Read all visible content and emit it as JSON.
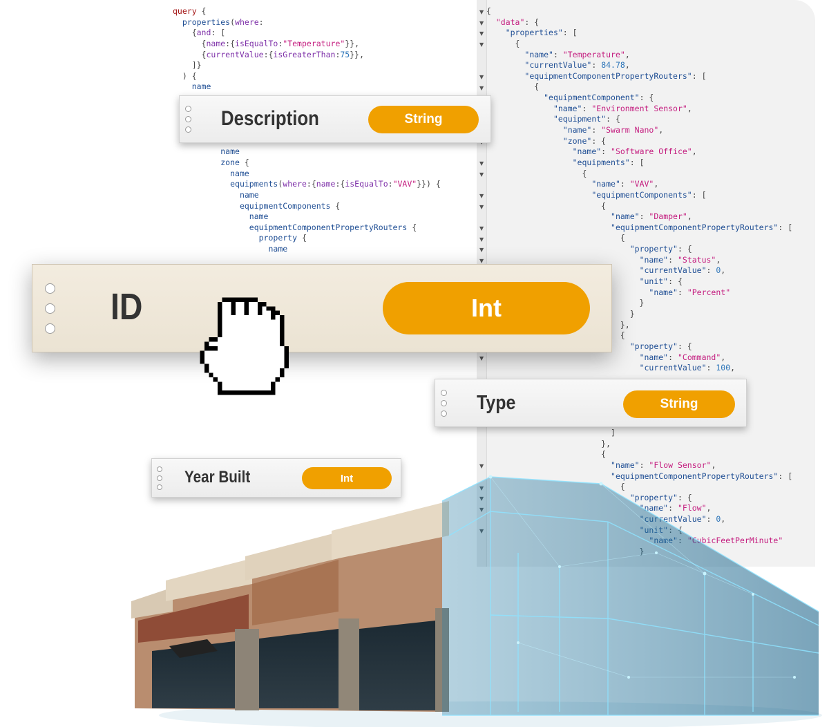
{
  "query_code": {
    "lines": [
      [
        [
          "kw",
          "query"
        ],
        [
          "p",
          " {"
        ]
      ],
      [
        [
          "p",
          "  "
        ],
        [
          "fn",
          "properties"
        ],
        [
          "p",
          "("
        ],
        [
          "arg",
          "where"
        ],
        [
          "p",
          ":"
        ]
      ],
      [
        [
          "p",
          "    {"
        ],
        [
          "arg",
          "and"
        ],
        [
          "p",
          ": ["
        ]
      ],
      [
        [
          "p",
          "      {"
        ],
        [
          "arg",
          "name"
        ],
        [
          "p",
          ":{"
        ],
        [
          "arg",
          "isEqualTo"
        ],
        [
          "p",
          ":"
        ],
        [
          "str",
          "\"Temperature\""
        ],
        [
          "p",
          "}},"
        ]
      ],
      [
        [
          "p",
          "      {"
        ],
        [
          "arg",
          "currentValue"
        ],
        [
          "p",
          ":{"
        ],
        [
          "arg",
          "isGreaterThan"
        ],
        [
          "p",
          ":"
        ],
        [
          "num",
          "75"
        ],
        [
          "p",
          "}},"
        ]
      ],
      [
        [
          "p",
          "    ]}"
        ]
      ],
      [
        [
          "p",
          "  ) {"
        ]
      ],
      [
        [
          "p",
          "    "
        ],
        [
          "fn",
          "name"
        ]
      ],
      [
        [
          "p",
          ""
        ]
      ],
      [
        [
          "p",
          ""
        ]
      ],
      [
        [
          "p",
          ""
        ]
      ],
      [
        [
          "p",
          ""
        ]
      ],
      [
        [
          "p",
          ""
        ]
      ],
      [
        [
          "p",
          "          "
        ],
        [
          "fn",
          "name"
        ]
      ],
      [
        [
          "p",
          "          "
        ],
        [
          "fn",
          "zone"
        ],
        [
          "p",
          " {"
        ]
      ],
      [
        [
          "p",
          "            "
        ],
        [
          "fn",
          "name"
        ]
      ],
      [
        [
          "p",
          "            "
        ],
        [
          "fn",
          "equipments"
        ],
        [
          "p",
          "("
        ],
        [
          "arg",
          "where"
        ],
        [
          "p",
          ":{"
        ],
        [
          "arg",
          "name"
        ],
        [
          "p",
          ":{"
        ],
        [
          "arg",
          "isEqualTo"
        ],
        [
          "p",
          ":"
        ],
        [
          "str",
          "\"VAV\""
        ],
        [
          "p",
          "}}) {"
        ]
      ],
      [
        [
          "p",
          "              "
        ],
        [
          "fn",
          "name"
        ]
      ],
      [
        [
          "p",
          "              "
        ],
        [
          "fn",
          "equipmentComponents"
        ],
        [
          "p",
          " {"
        ]
      ],
      [
        [
          "p",
          "                "
        ],
        [
          "fn",
          "name"
        ]
      ],
      [
        [
          "p",
          "                "
        ],
        [
          "fn",
          "equipmentComponentPropertyRouters"
        ],
        [
          "p",
          " {"
        ]
      ],
      [
        [
          "p",
          "                  "
        ],
        [
          "fn",
          "property"
        ],
        [
          "p",
          " {"
        ]
      ],
      [
        [
          "p",
          "                    "
        ],
        [
          "fn",
          "name"
        ]
      ]
    ]
  },
  "json_result": {
    "lines": [
      [
        [
          "p",
          "{"
        ]
      ],
      [
        [
          "p",
          "  "
        ],
        [
          "str",
          "\"data\""
        ],
        [
          "p",
          ": {"
        ]
      ],
      [
        [
          "p",
          "    "
        ],
        [
          "key",
          "\"properties\""
        ],
        [
          "p",
          ": ["
        ]
      ],
      [
        [
          "p",
          "      {"
        ]
      ],
      [
        [
          "p",
          "        "
        ],
        [
          "key",
          "\"name\""
        ],
        [
          "p",
          ": "
        ],
        [
          "str",
          "\"Temperature\""
        ],
        [
          "p",
          ","
        ]
      ],
      [
        [
          "p",
          "        "
        ],
        [
          "key",
          "\"currentValue\""
        ],
        [
          "p",
          ": "
        ],
        [
          "num",
          "84.78"
        ],
        [
          "p",
          ","
        ]
      ],
      [
        [
          "p",
          "        "
        ],
        [
          "key",
          "\"equipmentComponentPropertyRouters\""
        ],
        [
          "p",
          ": ["
        ]
      ],
      [
        [
          "p",
          "          {"
        ]
      ],
      [
        [
          "p",
          "            "
        ],
        [
          "key",
          "\"equipmentComponent\""
        ],
        [
          "p",
          ": {"
        ]
      ],
      [
        [
          "p",
          "              "
        ],
        [
          "key",
          "\"name\""
        ],
        [
          "p",
          ": "
        ],
        [
          "str",
          "\"Environment Sensor\""
        ],
        [
          "p",
          ","
        ]
      ],
      [
        [
          "p",
          "              "
        ],
        [
          "key",
          "\"equipment\""
        ],
        [
          "p",
          ": {"
        ]
      ],
      [
        [
          "p",
          "                "
        ],
        [
          "key",
          "\"name\""
        ],
        [
          "p",
          ": "
        ],
        [
          "str",
          "\"Swarm Nano\""
        ],
        [
          "p",
          ","
        ]
      ],
      [
        [
          "p",
          "                "
        ],
        [
          "key",
          "\"zone\""
        ],
        [
          "p",
          ": {"
        ]
      ],
      [
        [
          "p",
          "                  "
        ],
        [
          "key",
          "\"name\""
        ],
        [
          "p",
          ": "
        ],
        [
          "str",
          "\"Software Office\""
        ],
        [
          "p",
          ","
        ]
      ],
      [
        [
          "p",
          "                  "
        ],
        [
          "key",
          "\"equipments\""
        ],
        [
          "p",
          ": ["
        ]
      ],
      [
        [
          "p",
          "                    {"
        ]
      ],
      [
        [
          "p",
          "                      "
        ],
        [
          "key",
          "\"name\""
        ],
        [
          "p",
          ": "
        ],
        [
          "str",
          "\"VAV\""
        ],
        [
          "p",
          ","
        ]
      ],
      [
        [
          "p",
          "                      "
        ],
        [
          "key",
          "\"equipmentComponents\""
        ],
        [
          "p",
          ": ["
        ]
      ],
      [
        [
          "p",
          "                        {"
        ]
      ],
      [
        [
          "p",
          "                          "
        ],
        [
          "key",
          "\"name\""
        ],
        [
          "p",
          ": "
        ],
        [
          "str",
          "\"Damper\""
        ],
        [
          "p",
          ","
        ]
      ],
      [
        [
          "p",
          "                          "
        ],
        [
          "key",
          "\"equipmentComponentPropertyRouters\""
        ],
        [
          "p",
          ": ["
        ]
      ],
      [
        [
          "p",
          "                            {"
        ]
      ],
      [
        [
          "p",
          "                              "
        ],
        [
          "key",
          "\"property\""
        ],
        [
          "p",
          ": {"
        ]
      ],
      [
        [
          "p",
          "                                "
        ],
        [
          "key",
          "\"name\""
        ],
        [
          "p",
          ": "
        ],
        [
          "str",
          "\"Status\""
        ],
        [
          "p",
          ","
        ]
      ],
      [
        [
          "p",
          "                                "
        ],
        [
          "key",
          "\"currentValue\""
        ],
        [
          "p",
          ": "
        ],
        [
          "num",
          "0"
        ],
        [
          "p",
          ","
        ]
      ],
      [
        [
          "p",
          "                                "
        ],
        [
          "key",
          "\"unit\""
        ],
        [
          "p",
          ": {"
        ]
      ],
      [
        [
          "p",
          "                                  "
        ],
        [
          "key",
          "\"name\""
        ],
        [
          "p",
          ": "
        ],
        [
          "str",
          "\"Percent\""
        ]
      ],
      [
        [
          "p",
          "                                }"
        ]
      ],
      [
        [
          "p",
          "                              }"
        ]
      ],
      [
        [
          "p",
          "                            },"
        ]
      ],
      [
        [
          "p",
          "                            {"
        ]
      ],
      [
        [
          "p",
          "                              "
        ],
        [
          "key",
          "\"property\""
        ],
        [
          "p",
          ": {"
        ]
      ],
      [
        [
          "p",
          "                                "
        ],
        [
          "key",
          "\"name\""
        ],
        [
          "p",
          ": "
        ],
        [
          "str",
          "\"Command\""
        ],
        [
          "p",
          ","
        ]
      ],
      [
        [
          "p",
          "                                "
        ],
        [
          "key",
          "\"currentValue\""
        ],
        [
          "p",
          ": "
        ],
        [
          "num",
          "100"
        ],
        [
          "p",
          ","
        ]
      ],
      [
        [
          "p",
          ""
        ]
      ],
      [
        [
          "p",
          ""
        ]
      ],
      [
        [
          "p",
          ""
        ]
      ],
      [
        [
          "p",
          ""
        ]
      ],
      [
        [
          "p",
          ""
        ]
      ],
      [
        [
          "p",
          "                          ]"
        ]
      ],
      [
        [
          "p",
          "                        },"
        ]
      ],
      [
        [
          "p",
          "                        {"
        ]
      ],
      [
        [
          "p",
          "                          "
        ],
        [
          "key",
          "\"name\""
        ],
        [
          "p",
          ": "
        ],
        [
          "str",
          "\"Flow Sensor\""
        ],
        [
          "p",
          ","
        ]
      ],
      [
        [
          "p",
          "                          "
        ],
        [
          "key",
          "\"equipmentComponentPropertyRouters\""
        ],
        [
          "p",
          ": ["
        ]
      ],
      [
        [
          "p",
          "                            {"
        ]
      ],
      [
        [
          "p",
          "                              "
        ],
        [
          "key",
          "\"property\""
        ],
        [
          "p",
          ": {"
        ]
      ],
      [
        [
          "p",
          "                                "
        ],
        [
          "key",
          "\"name\""
        ],
        [
          "p",
          ": "
        ],
        [
          "str",
          "\"Flow\""
        ],
        [
          "p",
          ","
        ]
      ],
      [
        [
          "p",
          "                                "
        ],
        [
          "key",
          "\"currentValue\""
        ],
        [
          "p",
          ": "
        ],
        [
          "num",
          "0"
        ],
        [
          "p",
          ","
        ]
      ],
      [
        [
          "p",
          "                                "
        ],
        [
          "key",
          "\"unit\""
        ],
        [
          "p",
          ": {"
        ]
      ],
      [
        [
          "p",
          "                                  "
        ],
        [
          "key",
          "\"name\""
        ],
        [
          "p",
          ": "
        ],
        [
          "str",
          "\"CubicFeetPerMinute\""
        ]
      ],
      [
        [
          "p",
          "                                }"
        ]
      ]
    ]
  },
  "cards": {
    "description": {
      "label": "Description",
      "type": "String"
    },
    "id": {
      "label": "ID",
      "type": "Int"
    },
    "type": {
      "label": "Type",
      "type": "String"
    },
    "year_built": {
      "label": "Year Built",
      "type": "Int"
    }
  },
  "colors": {
    "pill": "#f0a000",
    "hologram": "#4fc3e8"
  },
  "icons": [
    "fold-arrow-icon",
    "grab-hand-cursor-icon"
  ]
}
